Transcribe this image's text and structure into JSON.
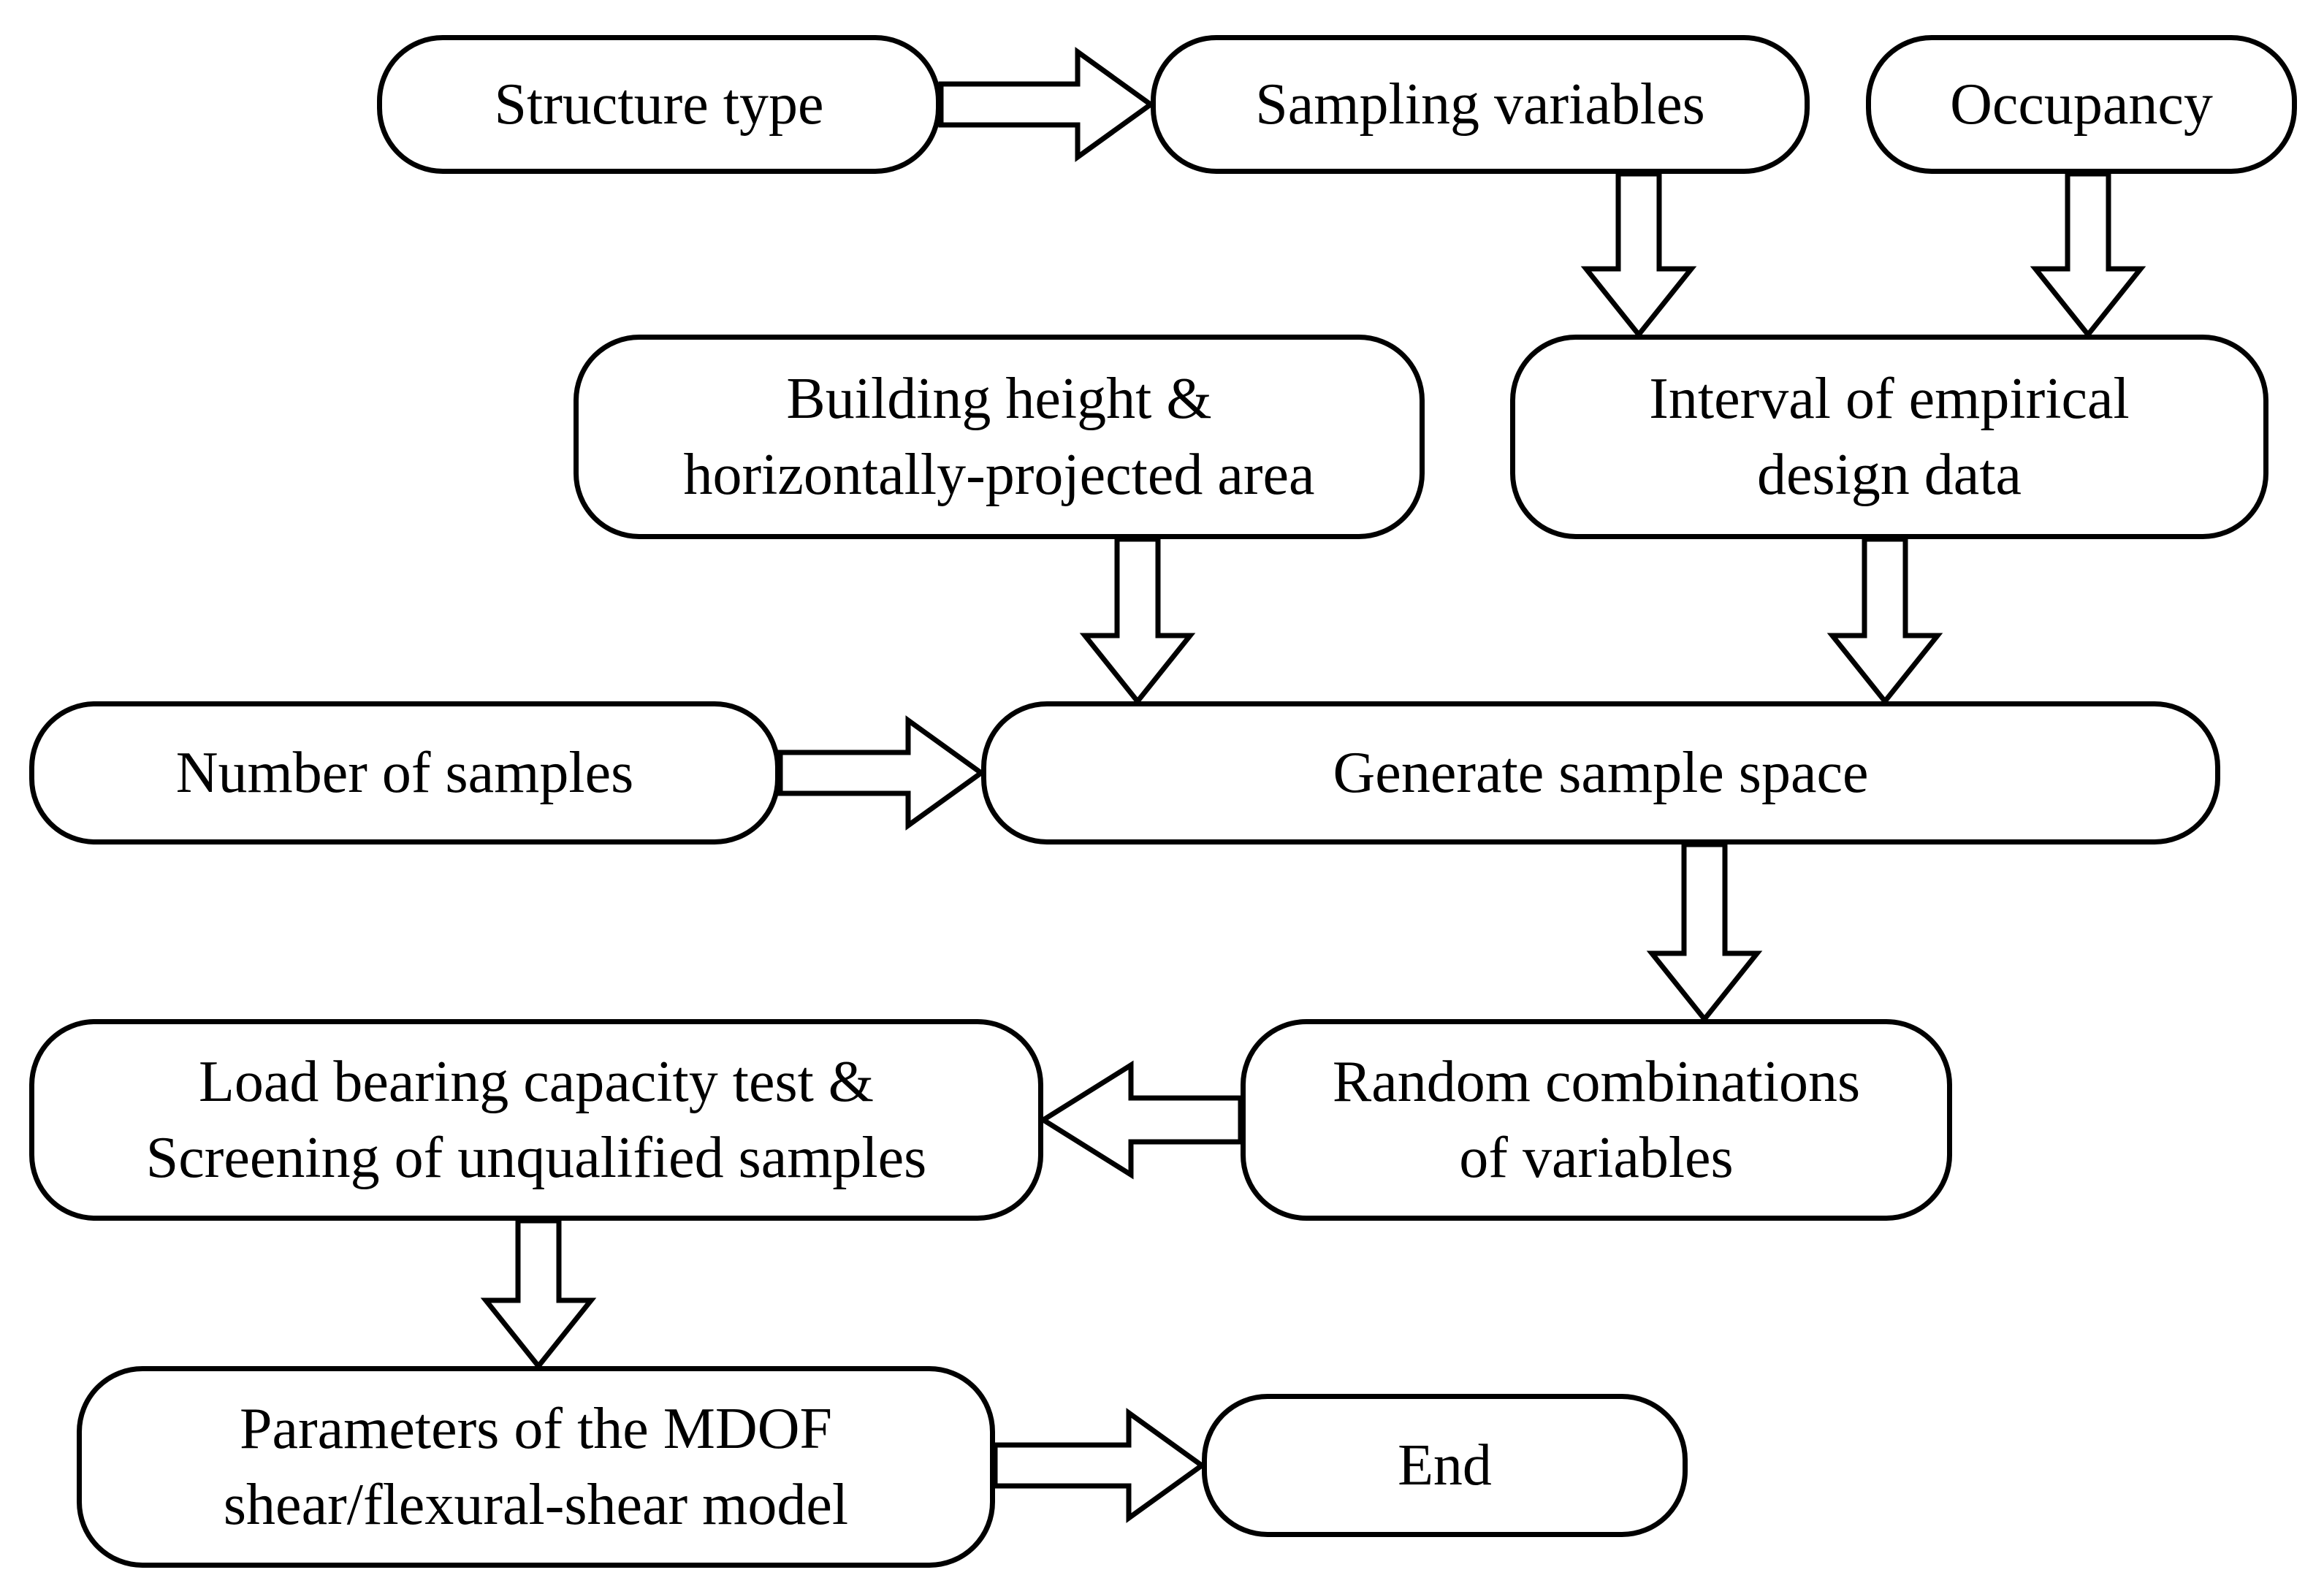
{
  "nodes": {
    "structure_type": {
      "lines": [
        "Structure type"
      ]
    },
    "sampling_variables": {
      "lines": [
        "Sampling variables"
      ]
    },
    "occupancy": {
      "lines": [
        "Occupancy"
      ]
    },
    "building_height": {
      "lines": [
        "Building height &",
        "horizontally-projected area"
      ]
    },
    "interval_design_data": {
      "lines": [
        "Interval of empirical",
        "design data"
      ]
    },
    "number_of_samples": {
      "lines": [
        "Number of samples"
      ]
    },
    "generate_sample_space": {
      "lines": [
        "Generate sample space"
      ]
    },
    "random_combinations": {
      "lines": [
        "Random combinations",
        "of variables"
      ]
    },
    "load_bearing_test": {
      "lines": [
        "Load bearing capacity test &",
        "Screening of unqualified samples"
      ]
    },
    "mdof_parameters": {
      "lines": [
        "Parameters of the MDOF",
        "shear/flexural-shear model"
      ]
    },
    "end": {
      "lines": [
        "End"
      ]
    }
  },
  "edges": [
    {
      "from": "structure_type",
      "to": "sampling_variables"
    },
    {
      "from": "sampling_variables",
      "to": "interval_design_data"
    },
    {
      "from": "occupancy",
      "to": "interval_design_data"
    },
    {
      "from": "building_height",
      "to": "generate_sample_space"
    },
    {
      "from": "interval_design_data",
      "to": "generate_sample_space"
    },
    {
      "from": "number_of_samples",
      "to": "generate_sample_space"
    },
    {
      "from": "generate_sample_space",
      "to": "random_combinations"
    },
    {
      "from": "random_combinations",
      "to": "load_bearing_test"
    },
    {
      "from": "load_bearing_test",
      "to": "mdof_parameters"
    },
    {
      "from": "mdof_parameters",
      "to": "end"
    }
  ],
  "colors": {
    "stroke": "#000000",
    "fill": "#ffffff",
    "text": "#000000"
  }
}
